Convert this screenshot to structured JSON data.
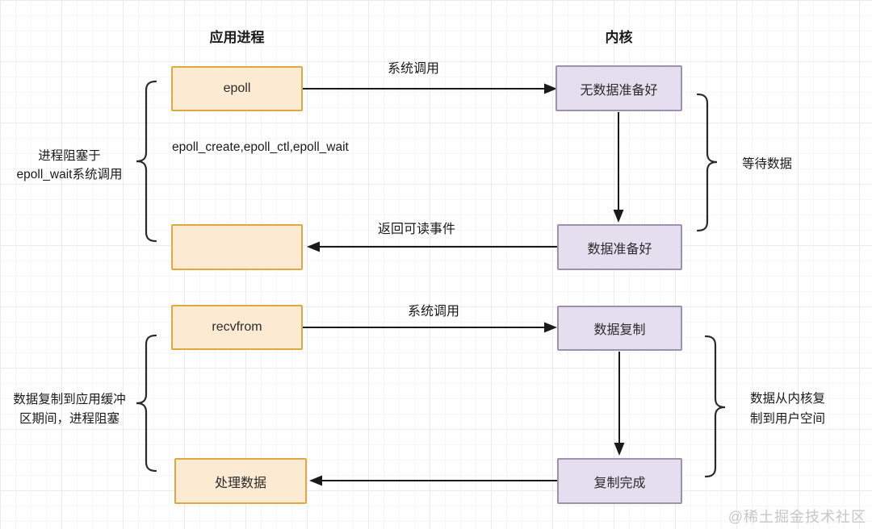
{
  "diagram": {
    "headers": {
      "app": "应用进程",
      "kernel": "内核"
    },
    "boxes": {
      "epoll": "epoll",
      "blocked_empty": "",
      "recvfrom": "recvfrom",
      "process_data": "处理数据",
      "no_data_ready": "无数据准备好",
      "data_ready": "数据准备好",
      "data_copy": "数据复制",
      "copy_done": "复制完成"
    },
    "arrow_labels": {
      "syscall_top": "系统调用",
      "return_readable": "返回可读事件",
      "syscall_bottom": "系统调用"
    },
    "notes": {
      "epoll_calls": "epoll_create,epoll_ctl,epoll_wait"
    },
    "braces": {
      "left_top": {
        "line1": "进程阻塞于",
        "line2": "epoll_wait系统调用"
      },
      "left_bottom": {
        "line1": "数据复制到应用缓冲",
        "line2": "区期间，进程阻塞"
      },
      "right_top": {
        "line1": "等待数据"
      },
      "right_bottom": {
        "line1": "数据从内核复",
        "line2": "制到用户空间"
      }
    },
    "watermark": "@稀土掘金技术社区",
    "colors": {
      "app_box_fill": "#fcead2",
      "app_box_border": "#dfa843",
      "kernel_box_fill": "#e5deef",
      "kernel_box_border": "#9c92af",
      "line": "#1a1a1a"
    }
  }
}
